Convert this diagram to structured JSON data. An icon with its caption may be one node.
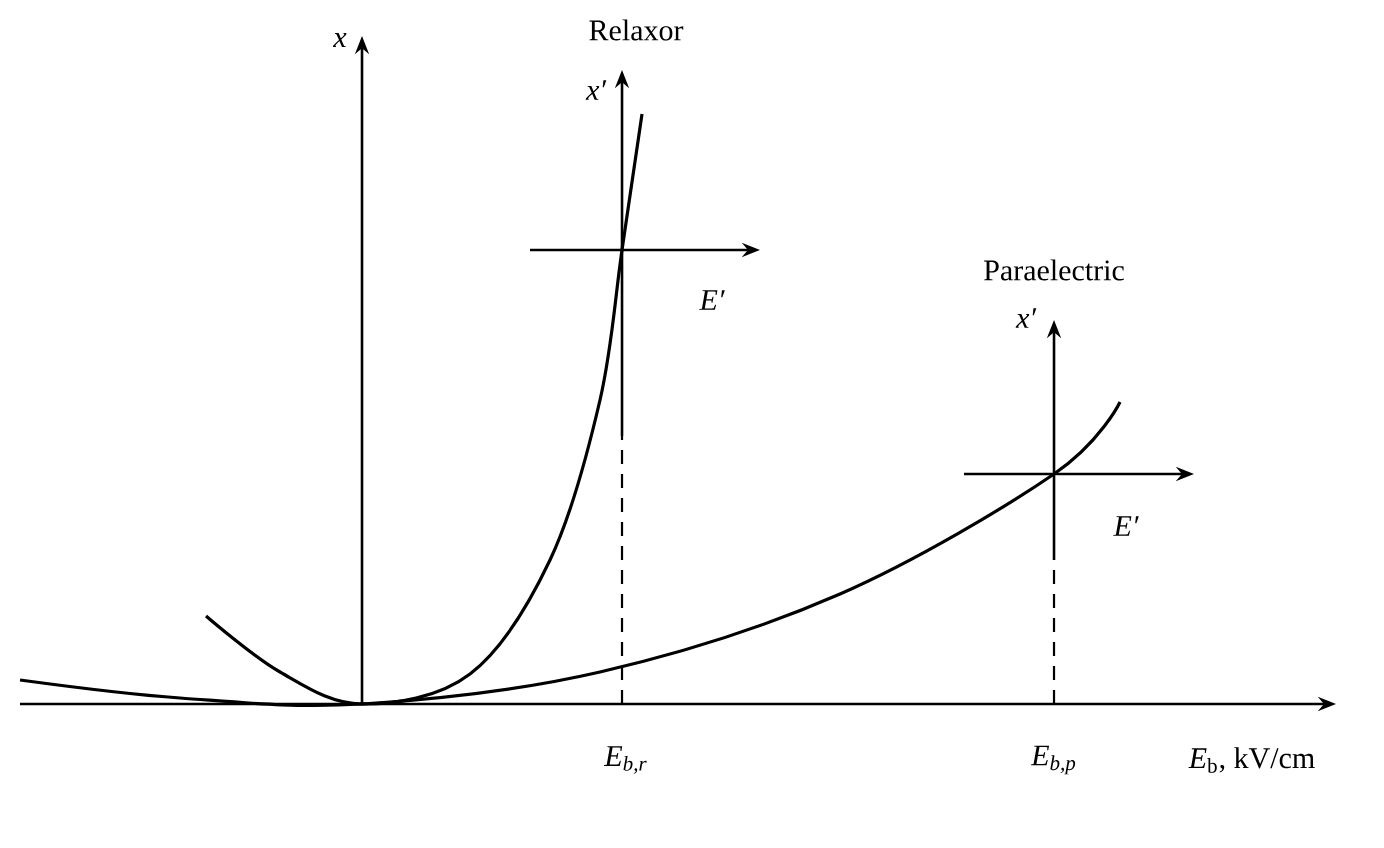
{
  "diagram": {
    "labels": [
      "x",
      "Relaxor",
      "x′",
      "E′",
      "Paraelectric",
      "x′",
      "E′",
      "E$_{b,r}$",
      "E$_{b,p}$",
      "*E*$_{b}$, kV/cm"
    ]
  }
}
